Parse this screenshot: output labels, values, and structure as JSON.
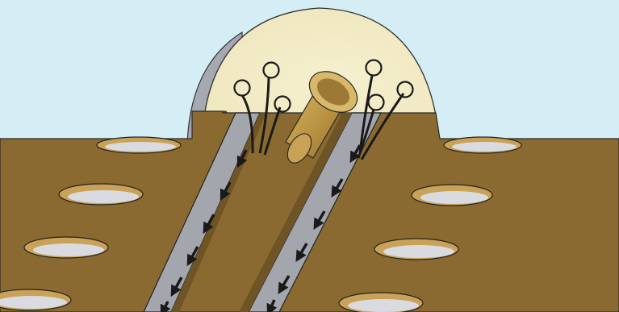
{
  "colors": {
    "sky": "#d5edf5",
    "ground": "#8b6a31",
    "ground_dark": "#6f5426",
    "cream": "#f3ecc6",
    "cream_shadow": "#a7a9b2",
    "groove": "#a3a6ad",
    "hole_rim": "#c9a257",
    "hole_inner": "#d9dbe1",
    "rod": "#c39e4e",
    "ink": "#1a1a1a"
  },
  "diagram": {
    "left_groove_arrows": 6,
    "right_groove_arrows": 6,
    "left_wire_circles": 3,
    "right_wire_circles": 3,
    "surface_holes": 8
  }
}
